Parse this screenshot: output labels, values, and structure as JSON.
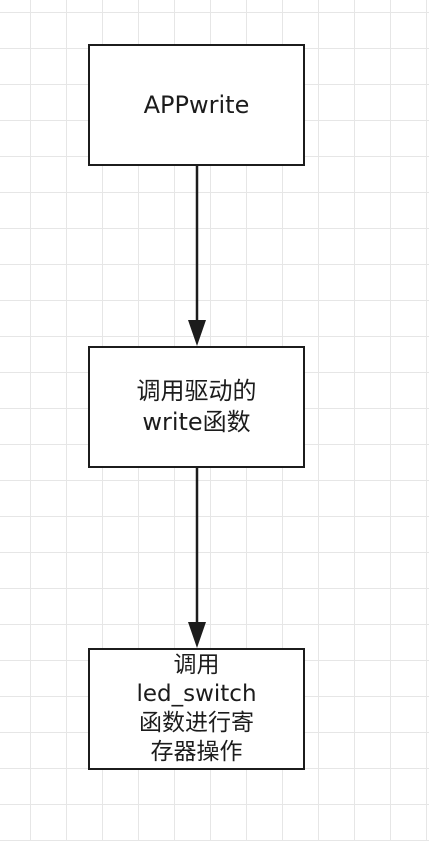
{
  "nodes": [
    {
      "id": "node-1",
      "label": "APPwrite"
    },
    {
      "id": "node-2",
      "label": "调用驱动的\nwrite函数"
    },
    {
      "id": "node-3",
      "label": "调用\nled_switch\n函数进行寄\n存器操作"
    }
  ],
  "edges": [
    {
      "from": "node-1",
      "to": "node-2"
    },
    {
      "from": "node-2",
      "to": "node-3"
    }
  ],
  "colors": {
    "stroke": "#1c1c1c",
    "grid": "#e6e6e6",
    "background": "#ffffff"
  }
}
